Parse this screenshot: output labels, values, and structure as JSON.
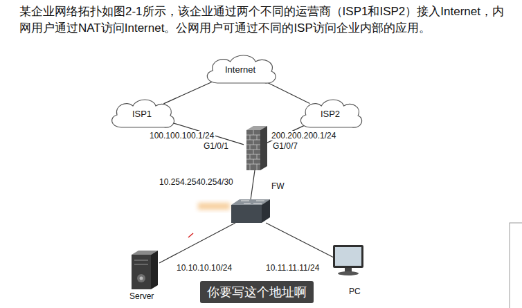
{
  "diagram": {
    "title": "某企业网络拓扑如图2-1所示，该企业通过两个不同的运营商（ISP1和ISP2）接入Internet，内网用户通过NAT访问Internet。公网用户可通过不同的ISP访问企业内部的应用。",
    "nodes": [
      {
        "text": [
          "Internet"
        ]
      },
      {
        "text": [
          "ISP1"
        ]
      },
      {
        "text": [
          "ISP2"
        ]
      },
      {
        "text": [
          "FW"
        ]
      },
      {
        "text": [
          "Server"
        ]
      },
      {
        "text": [
          "PC"
        ]
      }
    ],
    "edges": [
      {
        "from": 0,
        "to": 1,
        "arrow": "none"
      },
      {
        "from": 0,
        "to": 2,
        "arrow": "none"
      },
      {
        "from": 1,
        "to": 3,
        "arrow": "none"
      },
      {
        "from": 2,
        "to": 3,
        "arrow": "none"
      }
    ],
    "labels": [
      "100.100.100.1/24",
      "G1/0/1",
      "200.200.200.1/24",
      "G1/0/7",
      "10.254.2540.254/30",
      "10.10.10.10/24",
      "10.11.11.11/24",
      "你要写这个地址啊"
    ]
  }
}
